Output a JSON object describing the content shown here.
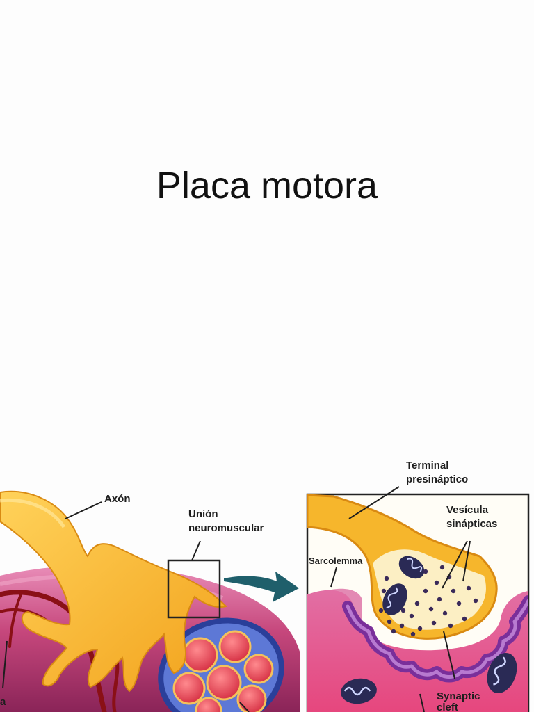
{
  "slide": {
    "title": "Placa motora"
  },
  "diagram": {
    "labels": {
      "axon": "Axón",
      "union_line1": "Unión",
      "union_line2": "neuromuscular",
      "terminal_line1": "Terminal",
      "terminal_line2": "presináptico",
      "vesicula_line1": "Vesícula",
      "vesicula_line2": "sinápticas",
      "sarcolemma": "Sarcolemma",
      "synaptic_line1": "Synaptic",
      "synaptic_line2": "cleft",
      "left_edge_fragment": "a"
    },
    "colors": {
      "axon_fill": "#f6b62c",
      "axon_outline": "#d98a12",
      "muscle_fill": "#c6477c",
      "muscle_highlight": "#e584b0",
      "vessel": "#8a1016",
      "arrow": "#1f5f6b",
      "fiber_red": "#e23a4e",
      "membrane_purple": "#7a2f9a",
      "vesicle_dot": "#3a2a5a",
      "terminal_cream": "#fcefc4"
    }
  }
}
